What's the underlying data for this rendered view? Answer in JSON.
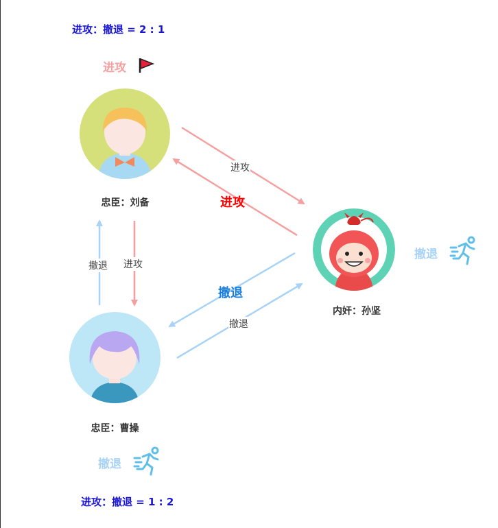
{
  "ratios": {
    "top": "进攻：撤退 = 2 : 1",
    "bottom": "进攻：撤退 = 1 : 2"
  },
  "players": {
    "liubei": {
      "name": "忠臣：刘备",
      "action": "进攻",
      "action_icon": "red-flag-icon"
    },
    "sunjian": {
      "name": "内奸：孙坚",
      "action": "撤退",
      "action_icon": "running-person-icon"
    },
    "caocao": {
      "name": "忠臣：曹操",
      "action": "撤退",
      "action_icon": "running-person-icon"
    }
  },
  "edges": {
    "liubei_to_sunjian": "进攻",
    "sunjian_to_liubei": "进攻",
    "caocao_to_liubei": "撤退",
    "liubei_to_caocao": "进攻",
    "sunjian_to_caocao": "撤退",
    "caocao_to_sunjian": "撤退"
  },
  "colors": {
    "attack": "#f5a0a0",
    "attack_strong": "#ff0000",
    "retreat": "#a9d3f6",
    "retreat_strong": "#1a7fe0",
    "ratio_text": "#1a16d6"
  }
}
